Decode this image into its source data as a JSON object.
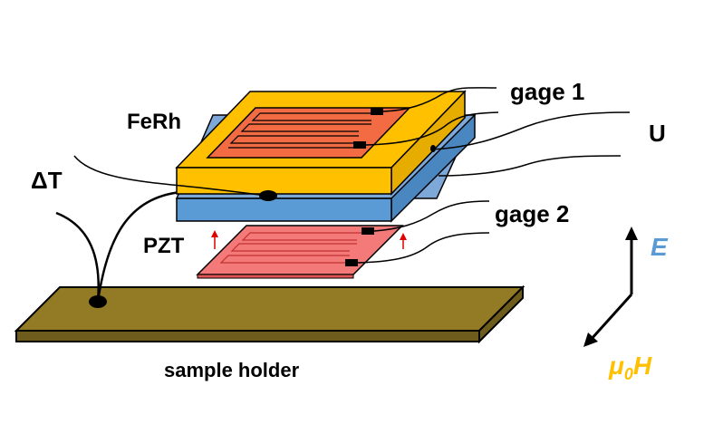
{
  "labels": {
    "ferh": "FeRh",
    "gage1": "gage 1",
    "u": "U",
    "delta_t": "ΔT",
    "gage2": "gage 2",
    "pzt": "PZT",
    "sample_holder": "sample holder",
    "e_field": "E",
    "mu": "μ",
    "mu_sub": "0",
    "h_field": "H"
  },
  "colors": {
    "ferh_top": "#FFC000",
    "ferh_side": "#E6AC00",
    "gage_fill": "#F26B43",
    "pzt_top": "#7DA8D8",
    "pzt_front": "#5B9BD5",
    "pzt_side": "#4A86C0",
    "gage2_fill": "#F47A7A",
    "holder_top": "#937B26",
    "holder_side": "#6E5C1C",
    "e_color": "#5B9BD5",
    "h_color": "#FFC000",
    "polarization_arrow": "#E00000"
  }
}
